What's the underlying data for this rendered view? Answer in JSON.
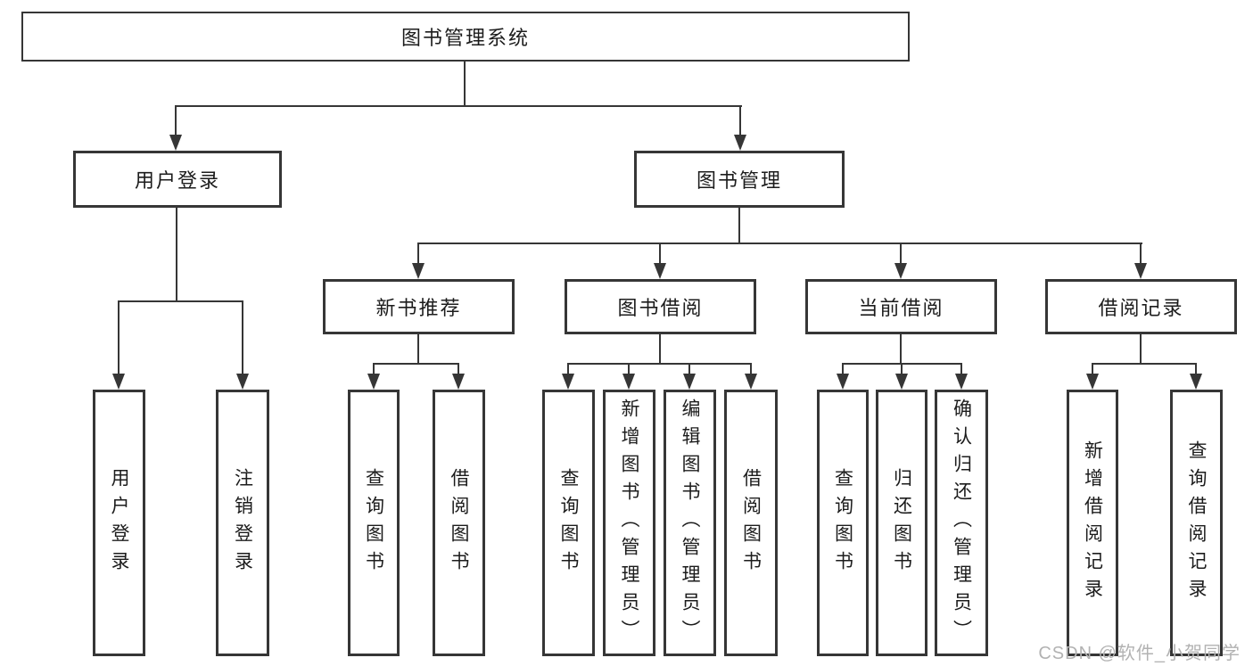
{
  "diagram": {
    "root": {
      "label": "图书管理系统"
    },
    "level2": [
      {
        "id": "user-login",
        "label": "用户登录"
      },
      {
        "id": "book-management",
        "label": "图书管理"
      }
    ],
    "level3": [
      {
        "id": "new-book-recommend",
        "label": "新书推荐"
      },
      {
        "id": "book-borrow",
        "label": "图书借阅"
      },
      {
        "id": "current-borrow",
        "label": "当前借阅"
      },
      {
        "id": "borrow-record",
        "label": "借阅记录"
      }
    ],
    "leaves": {
      "user_login": [
        "用户登录",
        "注销登录"
      ],
      "new_book_recommend": [
        "查询图书",
        "借阅图书"
      ],
      "book_borrow": [
        "查询图书",
        "新增图书（管理员）",
        "编辑图书（管理员）",
        "借阅图书"
      ],
      "current_borrow": [
        "查询图书",
        "归还图书",
        "确认归还（管理员）"
      ],
      "borrow_record": [
        "新增借阅记录",
        "查询借阅记录"
      ]
    }
  },
  "watermark": {
    "text": "CSDN @软件_小贺同学"
  },
  "colors": {
    "line": "#363636",
    "text": "#1c1c1c",
    "watermark": "#b2b2b2",
    "background": "#ffffff"
  }
}
